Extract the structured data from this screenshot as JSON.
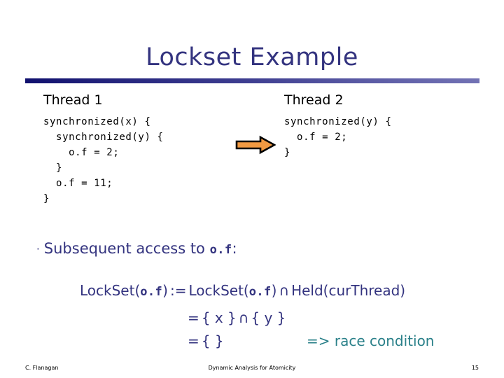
{
  "slide": {
    "title": "Lockset Example",
    "title_color": "#33337f",
    "rule_color_start": "#10106e",
    "rule_color_end": "#7272b4"
  },
  "threads": [
    {
      "heading": "Thread 1",
      "code": "synchronized(x) {\n  synchronized(y) {\n    o.f = 2;\n  }\n  o.f = 11;\n}"
    },
    {
      "heading": "Thread 2",
      "code": "synchronized(y) {\n  o.f = 2;\n}"
    }
  ],
  "arrow": {
    "name": "right-arrow",
    "fill": "#f29a42",
    "stroke": "#000000"
  },
  "bullet": {
    "marker": "·",
    "text_before": "Subsequent access to ",
    "mono_text": "o.f",
    "text_after": ":"
  },
  "equations": {
    "line1": {
      "lhs": "LockSet(",
      "lhs_mono": "o.f",
      "lhs_close": ")",
      "assign": ":=",
      "rhs1": "LockSet(",
      "rhs1_mono": "o.f",
      "rhs1_close": ")",
      "intersect": "∩",
      "rhs2": "Held(curThread)"
    },
    "line2": {
      "eq": "=",
      "set1": "{ x }",
      "intersect": "∩",
      "set2": "{ y }"
    },
    "line3": {
      "eq": "=",
      "set": "{ }"
    },
    "race_note": "=> race condition",
    "race_color": "#2a8089"
  },
  "footer": {
    "author": "C. Flanagan",
    "center": "Dynamic Analysis for Atomicity",
    "page": "15"
  }
}
